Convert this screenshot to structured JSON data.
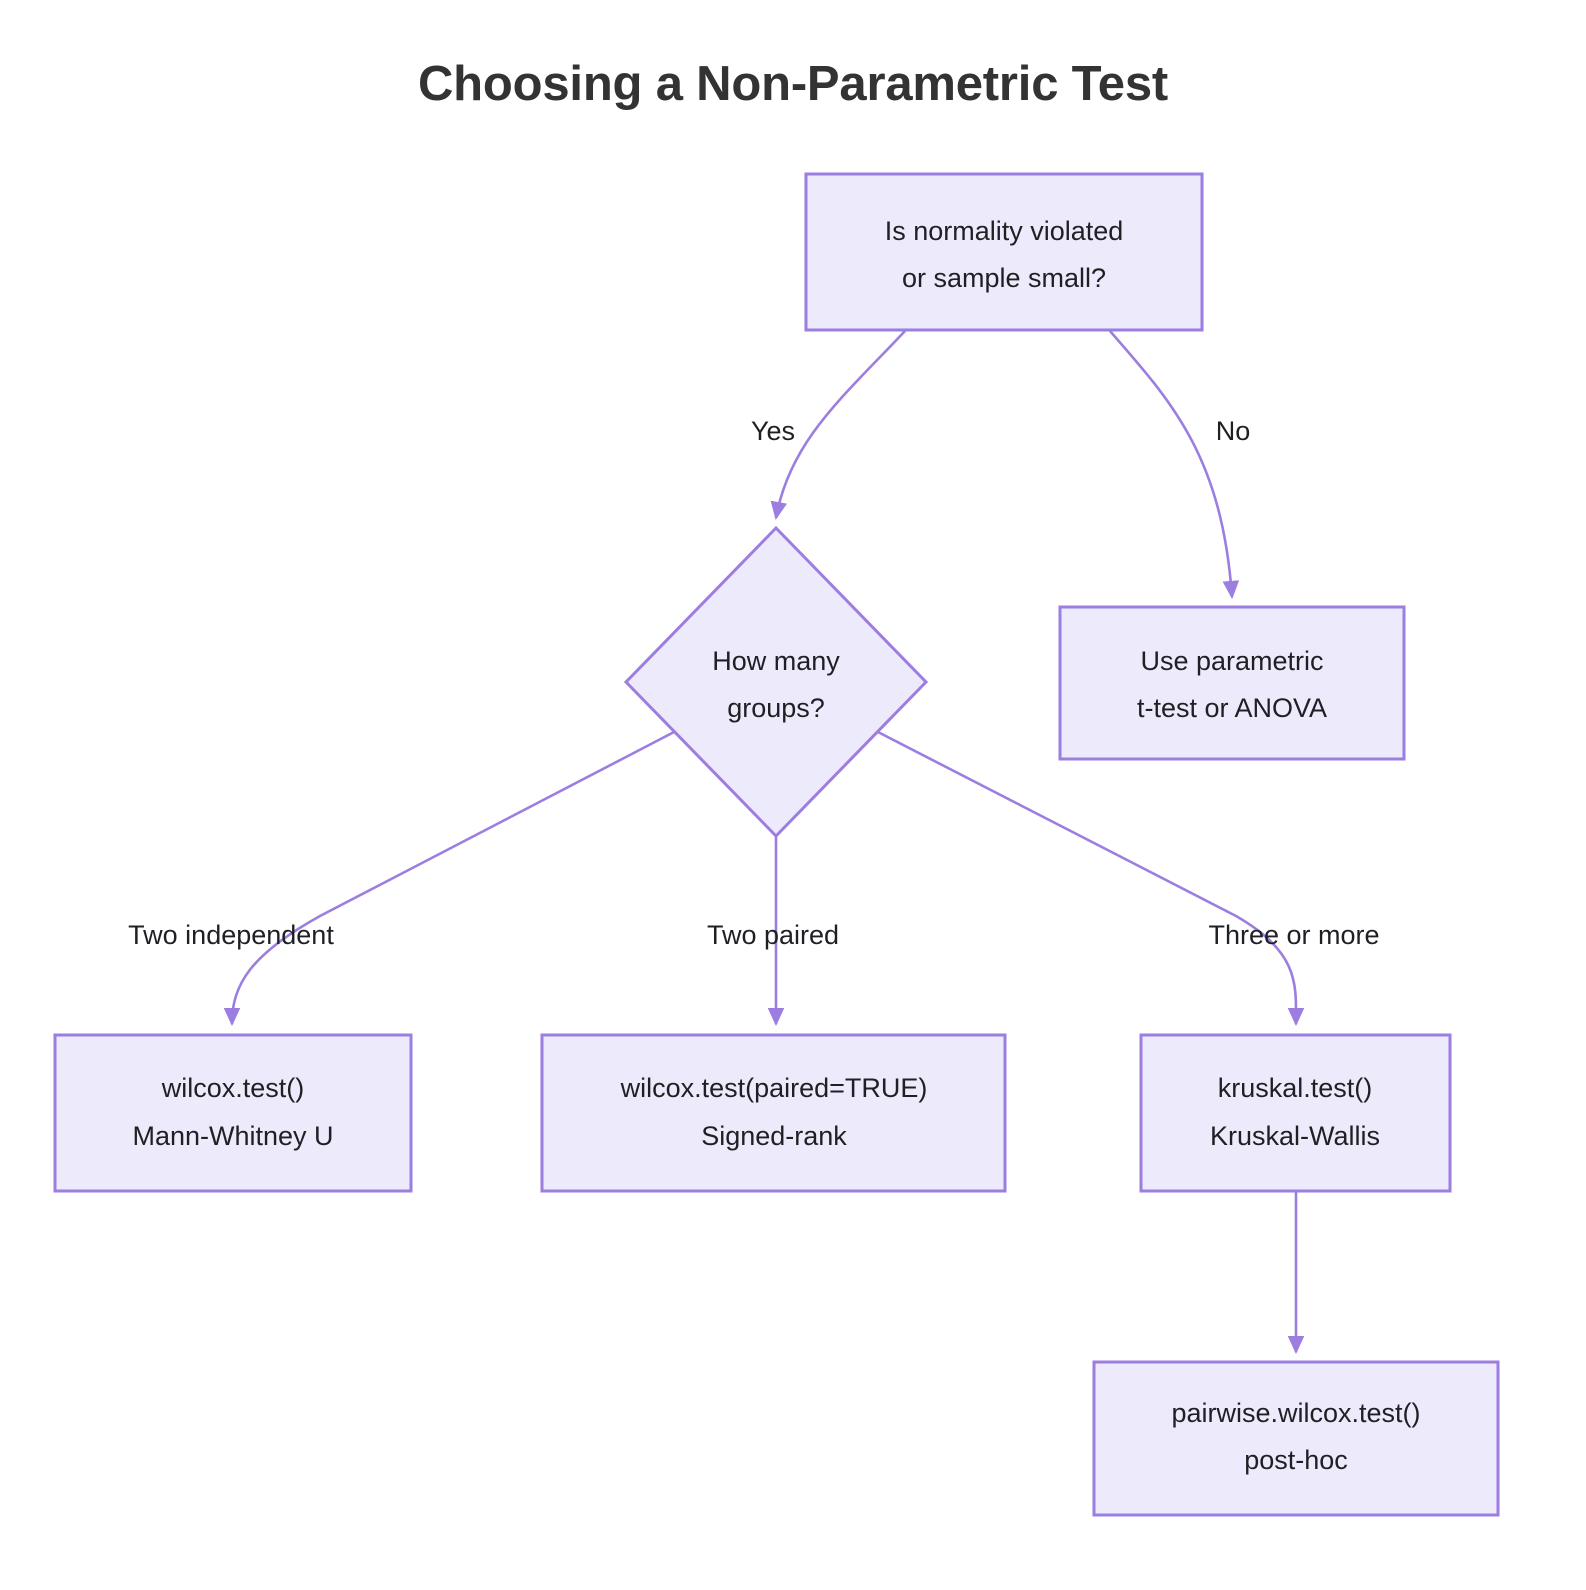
{
  "diagram": {
    "title": "Choosing a Non-Parametric Test",
    "type": "flowchart",
    "direction": "top-down",
    "theme": {
      "node_fill": "#ECEAFB",
      "node_border": "#9B7EE0",
      "edge_color": "#9B7EE0",
      "text_color": "#1f2024",
      "title_color": "#333333",
      "background": "#ffffff"
    },
    "nodes": [
      {
        "id": "n1",
        "shape": "rect",
        "line1": "Is normality violated",
        "line2": "or sample small?"
      },
      {
        "id": "n2",
        "shape": "diamond",
        "line1": "How many",
        "line2": "groups?"
      },
      {
        "id": "n3",
        "shape": "rect",
        "line1": "Use parametric",
        "line2": "t-test or ANOVA"
      },
      {
        "id": "n4",
        "shape": "rect",
        "line1": "wilcox.test()",
        "line2": "Mann-Whitney U"
      },
      {
        "id": "n5",
        "shape": "rect",
        "line1": "wilcox.test(paired=TRUE)",
        "line2": "Signed-rank"
      },
      {
        "id": "n6",
        "shape": "rect",
        "line1": "kruskal.test()",
        "line2": "Kruskal-Wallis"
      },
      {
        "id": "n7",
        "shape": "rect",
        "line1": "pairwise.wilcox.test()",
        "line2": "post-hoc"
      }
    ],
    "edges": [
      {
        "id": "e1",
        "from": "n1",
        "to": "n2",
        "label": "Yes"
      },
      {
        "id": "e2",
        "from": "n1",
        "to": "n3",
        "label": "No"
      },
      {
        "id": "e3",
        "from": "n2",
        "to": "n4",
        "label": "Two independent"
      },
      {
        "id": "e4",
        "from": "n2",
        "to": "n5",
        "label": "Two paired"
      },
      {
        "id": "e5",
        "from": "n2",
        "to": "n6",
        "label": "Three or more"
      },
      {
        "id": "e6",
        "from": "n6",
        "to": "n7",
        "label": ""
      }
    ]
  }
}
